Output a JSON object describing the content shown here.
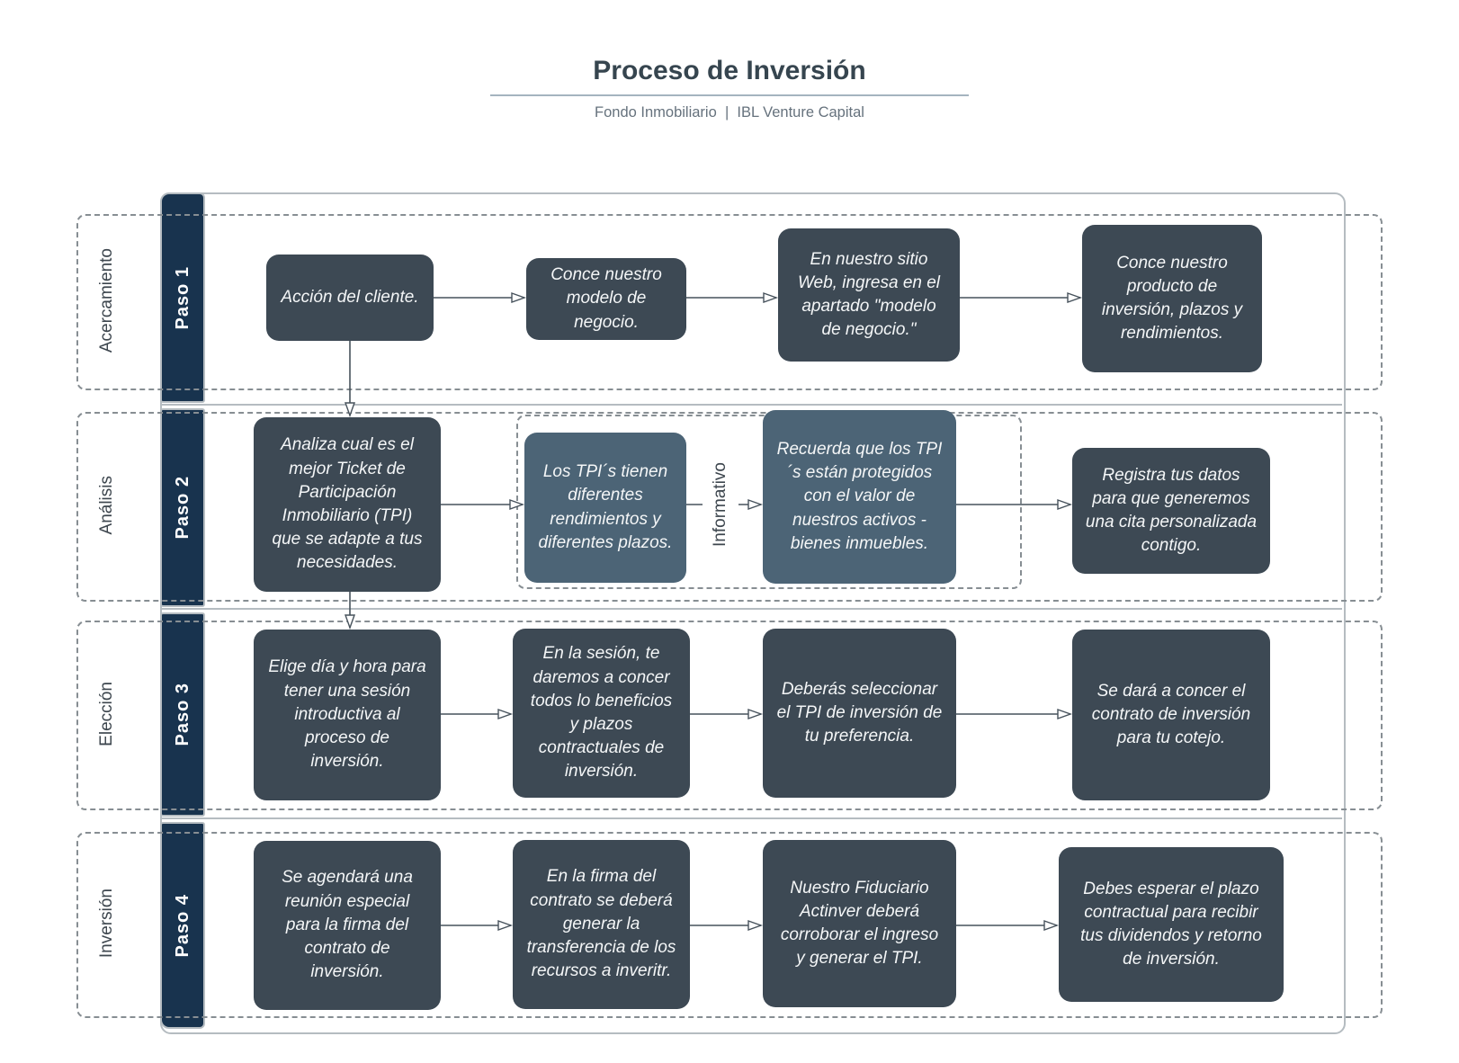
{
  "header": {
    "title": "Proceso de Inversión",
    "subtitle": "Fondo Inmobiliario  |  IBL Venture Capital"
  },
  "lanes": [
    {
      "phase": "Acercamiento",
      "step": "Paso 1",
      "boxes": [
        "Acción del cliente.",
        "Conce nuestro modelo de negocio.",
        "En nuestro sitio Web, ingresa en el apartado \"modelo de negocio.\"",
        "Conce nuestro producto de inversión, plazos y rendimientos."
      ]
    },
    {
      "phase": "Análisis",
      "step": "Paso 2",
      "boxes": [
        "Analiza cual es el mejor Ticket de Participación Inmobiliario (TPI) que se adapte a tus necesidades.",
        "Los TPI´s tienen diferentes rendimientos y diferentes plazos.",
        "Recuerda que los TPI´s están protegidos con el valor de nuestros activos - bienes inmuebles.",
        "Registra tus datos para que generemos una cita personalizada contigo."
      ]
    },
    {
      "phase": "Elección",
      "step": "Paso 3",
      "boxes": [
        "Elige día y hora para tener una sesión introductiva al proceso de inversión.",
        "En la sesión, te daremos a concer todos lo beneficios y plazos contractuales de inversión.",
        "Deberás seleccionar el TPI de inversión de tu preferencia.",
        "Se dará a concer el contrato de inversión para tu cotejo."
      ]
    },
    {
      "phase": "Inversión",
      "step": "Paso 4",
      "boxes": [
        "Se agendará una reunión especial para la firma del contrato de inversión.",
        "En la firma del contrato se deberá generar la transferencia de los recursos a inveritr.",
        "Nuestro Fiduciario Actinver deberá corroborar el ingreso y generar el TPI.",
        "Debes esperar el plazo contractual para recibir tus dividendos y retorno de inversión."
      ]
    }
  ],
  "annotations": {
    "informativo_label": "Informativo"
  },
  "colors": {
    "step_bar": "#18334e",
    "box_dark": "#3d4954",
    "box_light": "#4c6476",
    "line": "#47525c",
    "dashed_border": "#878e93",
    "frame_border": "#b5bcc1",
    "title_text": "#36454f"
  }
}
